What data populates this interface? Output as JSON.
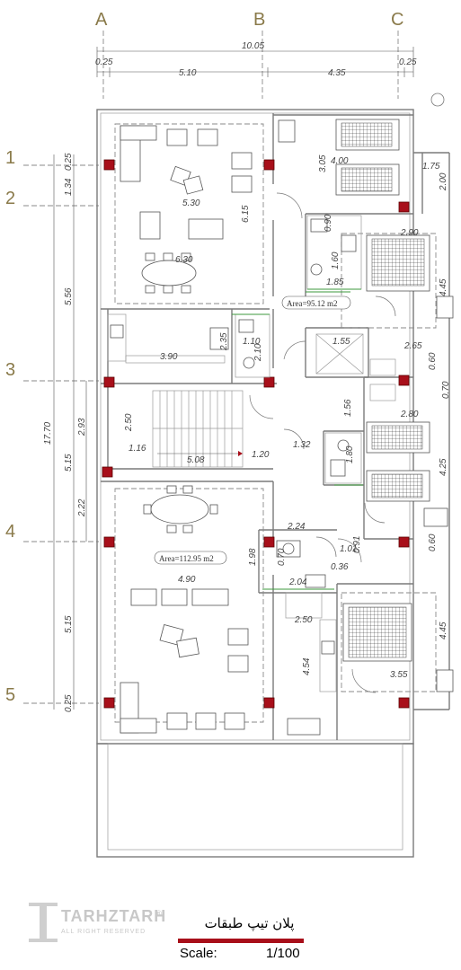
{
  "drawing": {
    "title": "پلان تیپ طبقات",
    "scale_label": "Scale:",
    "scale_value": "1/100",
    "logo": {
      "name": "TARHZTARH",
      "tagline": "ALL RIGHT RESERVED",
      "registered": "®"
    },
    "grid_columns": [
      "A",
      "B",
      "C"
    ],
    "grid_rows": [
      "1",
      "2",
      "3",
      "4",
      "5"
    ],
    "dimensions_top": {
      "overall": "10.05",
      "left_margin": "0.25",
      "span_ab": "5.10",
      "span_bc": "4.35",
      "right_margin": "0.25"
    },
    "dimensions_left": {
      "overall": "17.70",
      "d1": "0.25",
      "d2": "1.34",
      "d3": "5.56",
      "d4": "5.15",
      "d5": "5.15",
      "d6": "0.25",
      "d7": "2.93",
      "d8": "2.22"
    },
    "areas": {
      "unit_north": "Area=95.12 m2",
      "unit_south": "Area=112.95 m2"
    },
    "room_dims": [
      "3.05",
      "4.00",
      "1.75",
      "2.00",
      "5.30",
      "6.15",
      "0.90",
      "2.90",
      "1.60",
      "6.30",
      "1.85",
      "4.45",
      "1.10",
      "2.10",
      "2.35",
      "3.90",
      "1.55",
      "2.65",
      "0.60",
      "0.70",
      "1.56",
      "2.80",
      "2.50",
      "1.16",
      "5.08",
      "1.20",
      "1.32",
      "1.80",
      "4.25",
      "2.24",
      "1.01",
      "0.60",
      "0.91",
      "0.36",
      "1.98",
      "0.70",
      "2.04",
      "4.90",
      "2.50",
      "4.54",
      "4.45",
      "3.55"
    ]
  }
}
